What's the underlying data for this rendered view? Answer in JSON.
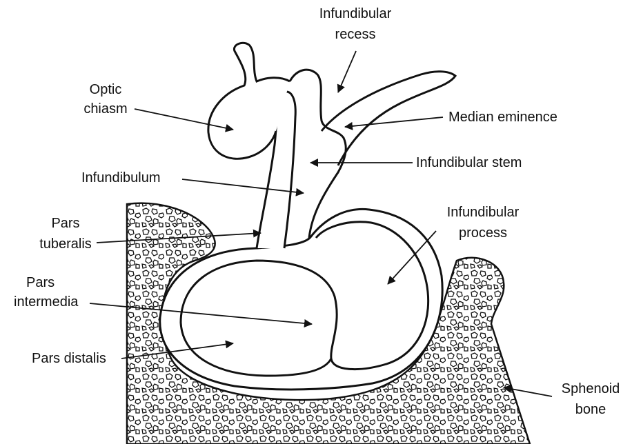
{
  "colors": {
    "ink": "#111111",
    "background": "#ffffff"
  },
  "labels": {
    "infundibular_recess": [
      "Infundibular",
      "recess"
    ],
    "optic_chiasm": [
      "Optic",
      "chiasm"
    ],
    "median_eminence": "Median eminence",
    "infundibular_stem": "Infundibular stem",
    "infundibulum": "Infundibulum",
    "pars_tuberalis": [
      "Pars",
      "tuberalis"
    ],
    "infundibular_process": [
      "Infundibular",
      "process"
    ],
    "pars_intermedia": [
      "Pars",
      "intermedia"
    ],
    "pars_distalis": "Pars distalis",
    "sphenoid_bone": [
      "Sphenoid",
      "bone"
    ]
  }
}
